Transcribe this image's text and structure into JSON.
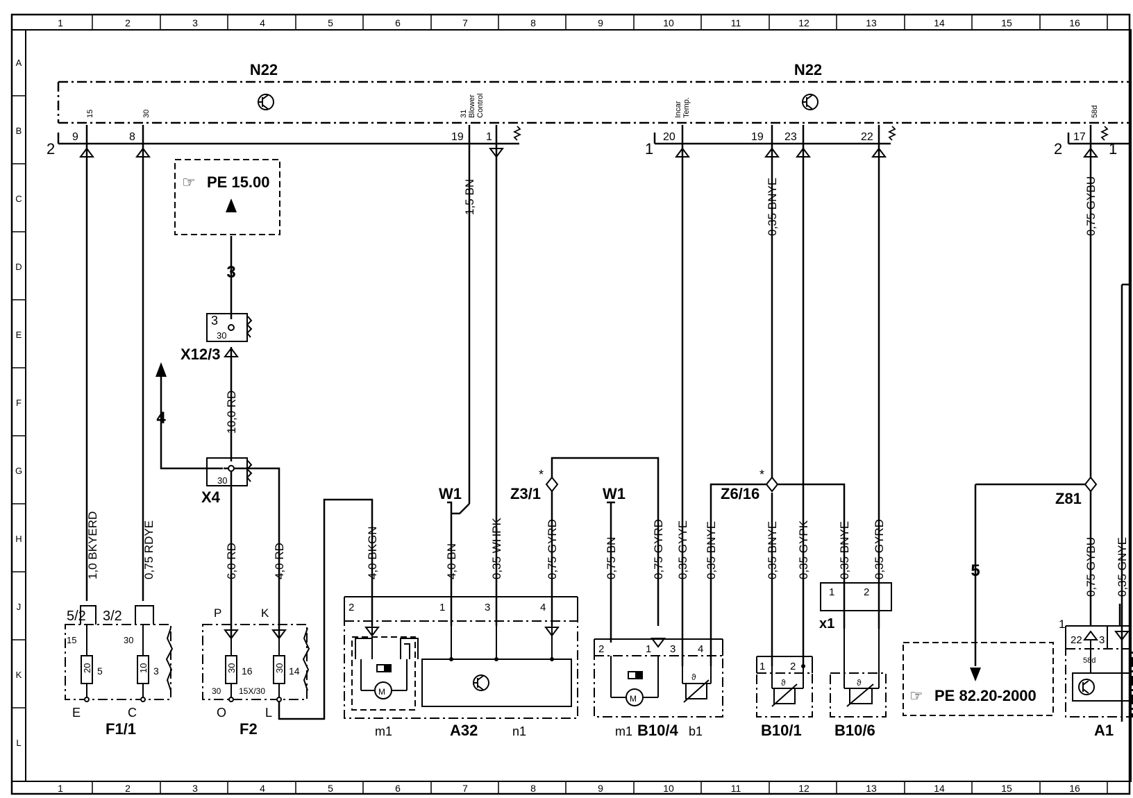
{
  "grid": {
    "columns": [
      "1",
      "2",
      "3",
      "4",
      "5",
      "6",
      "7",
      "8",
      "9",
      "10",
      "11",
      "12",
      "13",
      "14",
      "15",
      "16"
    ],
    "rows": [
      "A",
      "B",
      "C",
      "D",
      "E",
      "F",
      "G",
      "H",
      "J",
      "K",
      "L"
    ]
  },
  "controller": {
    "left_label": "N22",
    "right_label": "N22"
  },
  "connector_sides": {
    "left": "2",
    "mid": "1",
    "right_a": "2",
    "right_b": "1"
  },
  "pins": {
    "p9": "9",
    "p8": "8",
    "p19a": "19",
    "p1a": "1",
    "p20": "20",
    "p19b": "19",
    "p23": "23",
    "p22": "22",
    "p17": "17",
    "t15": "15",
    "t30": "30",
    "t31": "31",
    "t58d": "58d",
    "blower": "Blower",
    "control": "Control",
    "incar": "Incar",
    "temp": "Temp."
  },
  "references": {
    "pe15": "PE 15.00",
    "pe82": "PE 82.20-2000",
    "arrow3": "3",
    "arrow4": "4",
    "arrow5": "5"
  },
  "wires": {
    "w1": "1,0 BKYERD",
    "w2": "0,75 RDYE",
    "w3": "10,0 RD",
    "w4": "6,0 RD",
    "w5": "4,0 RD",
    "w6": "4,0 BKGN",
    "w7": "1,5 BN",
    "w8": "4,0 BN",
    "w9": "0,35 WHPK",
    "w10": "0,75 GYRD",
    "w11": "0,75 BN",
    "w12": "0,75 GYRD",
    "w13": "0,35 GYYE",
    "w14": "0,35 BNYE",
    "w15": "0,35 BNYE",
    "w15b": "0,35 BNYE",
    "w16": "0,35 GYPK",
    "w17": "0,35 BNYE",
    "w18": "0,35 GYRD",
    "w19": "0,75 GYBU",
    "w19b": "0,75 GYBU",
    "w20": "0,35 GNYE"
  },
  "components": {
    "x12_3": "X12/3",
    "x12_3_pin3": "3",
    "x12_3_pin30": "30",
    "x4": "X4",
    "x4_pin30": "30",
    "f1_1": "F1/1",
    "f1_1_fuse1": "20",
    "f1_1_fuse2": "10",
    "f1_1_n1": "5",
    "f1_1_n2": "3",
    "f1_1_t15": "15",
    "f1_1_t30": "30",
    "f1_1_e": "E",
    "f1_1_c": "C",
    "f1_1_52": "5/2",
    "f1_1_32": "3/2",
    "f2": "F2",
    "f2_fuse1": "30",
    "f2_fuse2": "30",
    "f2_n1": "16",
    "f2_n2": "14",
    "f2_p": "P",
    "f2_k": "K",
    "f2_o": "O",
    "f2_l": "L",
    "f2_30": "30",
    "f2_15x": "15X/30",
    "w1a": "W1",
    "w1b": "W1",
    "z3_1": "Z3/1",
    "z6_16": "Z6/16",
    "z81": "Z81",
    "star": "*",
    "a32": "A32",
    "a32_m1": "m1",
    "a32_n1": "n1",
    "a32_p2": "2",
    "a32_p1": "1",
    "a32_p3": "3",
    "a32_p4": "4",
    "motor": "M",
    "b10_4": "B10/4",
    "b10_4_m1": "m1",
    "b10_4_b1": "b1",
    "b10_4_p2": "2",
    "b10_4_p1": "1",
    "b10_4_p3": "3",
    "b10_4_p4": "4",
    "b10_1": "B10/1",
    "b10_1_p1": "1",
    "b10_1_p2": "2",
    "b10_6": "B10/6",
    "x1": "x1",
    "x1_p1": "1",
    "x1_p2": "2",
    "a1": "A1",
    "a1_p1": "1",
    "a1_p22": "22",
    "a1_p3": "3",
    "a1_58d": "58d",
    "theta": "ϑ"
  },
  "colors": {
    "ink": "#000000",
    "paper": "#ffffff"
  },
  "icons": [
    "transistor-icon",
    "pointing-hand-icon",
    "motor-icon",
    "thermistor-icon",
    "resistor-spring-icon",
    "ground-arrow-icon"
  ]
}
